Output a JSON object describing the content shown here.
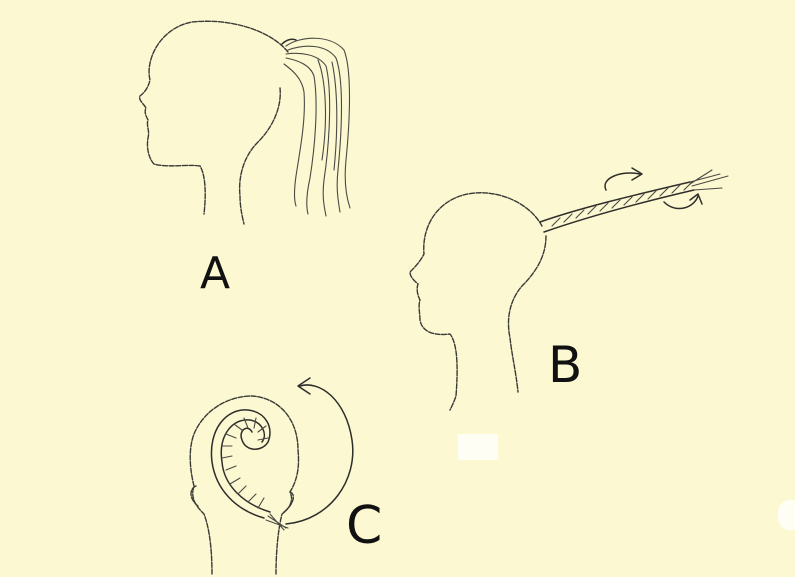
{
  "diagram": {
    "labels": {
      "a": "A",
      "b": "B",
      "c": "C"
    },
    "colors": {
      "background": "#fbf8d2",
      "ink": "#2e2e2b"
    }
  }
}
